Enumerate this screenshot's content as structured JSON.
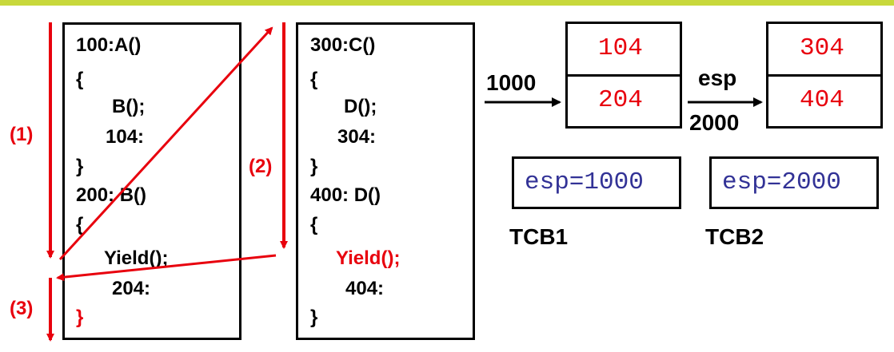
{
  "colors": {
    "topbar": "#c8d83c",
    "arrow": "#e8000d",
    "tcb_text": "#323296"
  },
  "left_code": {
    "lines": [
      "100:A()",
      "{",
      "B();",
      "104:",
      "}",
      "200: B()",
      "{",
      "Yield();",
      "204:",
      "}"
    ]
  },
  "right_code": {
    "lines": [
      "300:C()",
      "{",
      "D();",
      "304:",
      "}",
      "400: D()",
      "{",
      "Yield();",
      "404:",
      "}"
    ]
  },
  "labels": {
    "step1": "(1)",
    "step2": "(2)",
    "step3": "(3)"
  },
  "stack1": {
    "pointer_label": "1000",
    "top": "104",
    "bottom": "204"
  },
  "stack2": {
    "pointer_label_top": "esp",
    "pointer_label_bottom": "2000",
    "top": "304",
    "bottom": "404"
  },
  "tcb1": {
    "value": "esp=1000",
    "name": "TCB1"
  },
  "tcb2": {
    "value": "esp=2000",
    "name": "TCB2"
  }
}
